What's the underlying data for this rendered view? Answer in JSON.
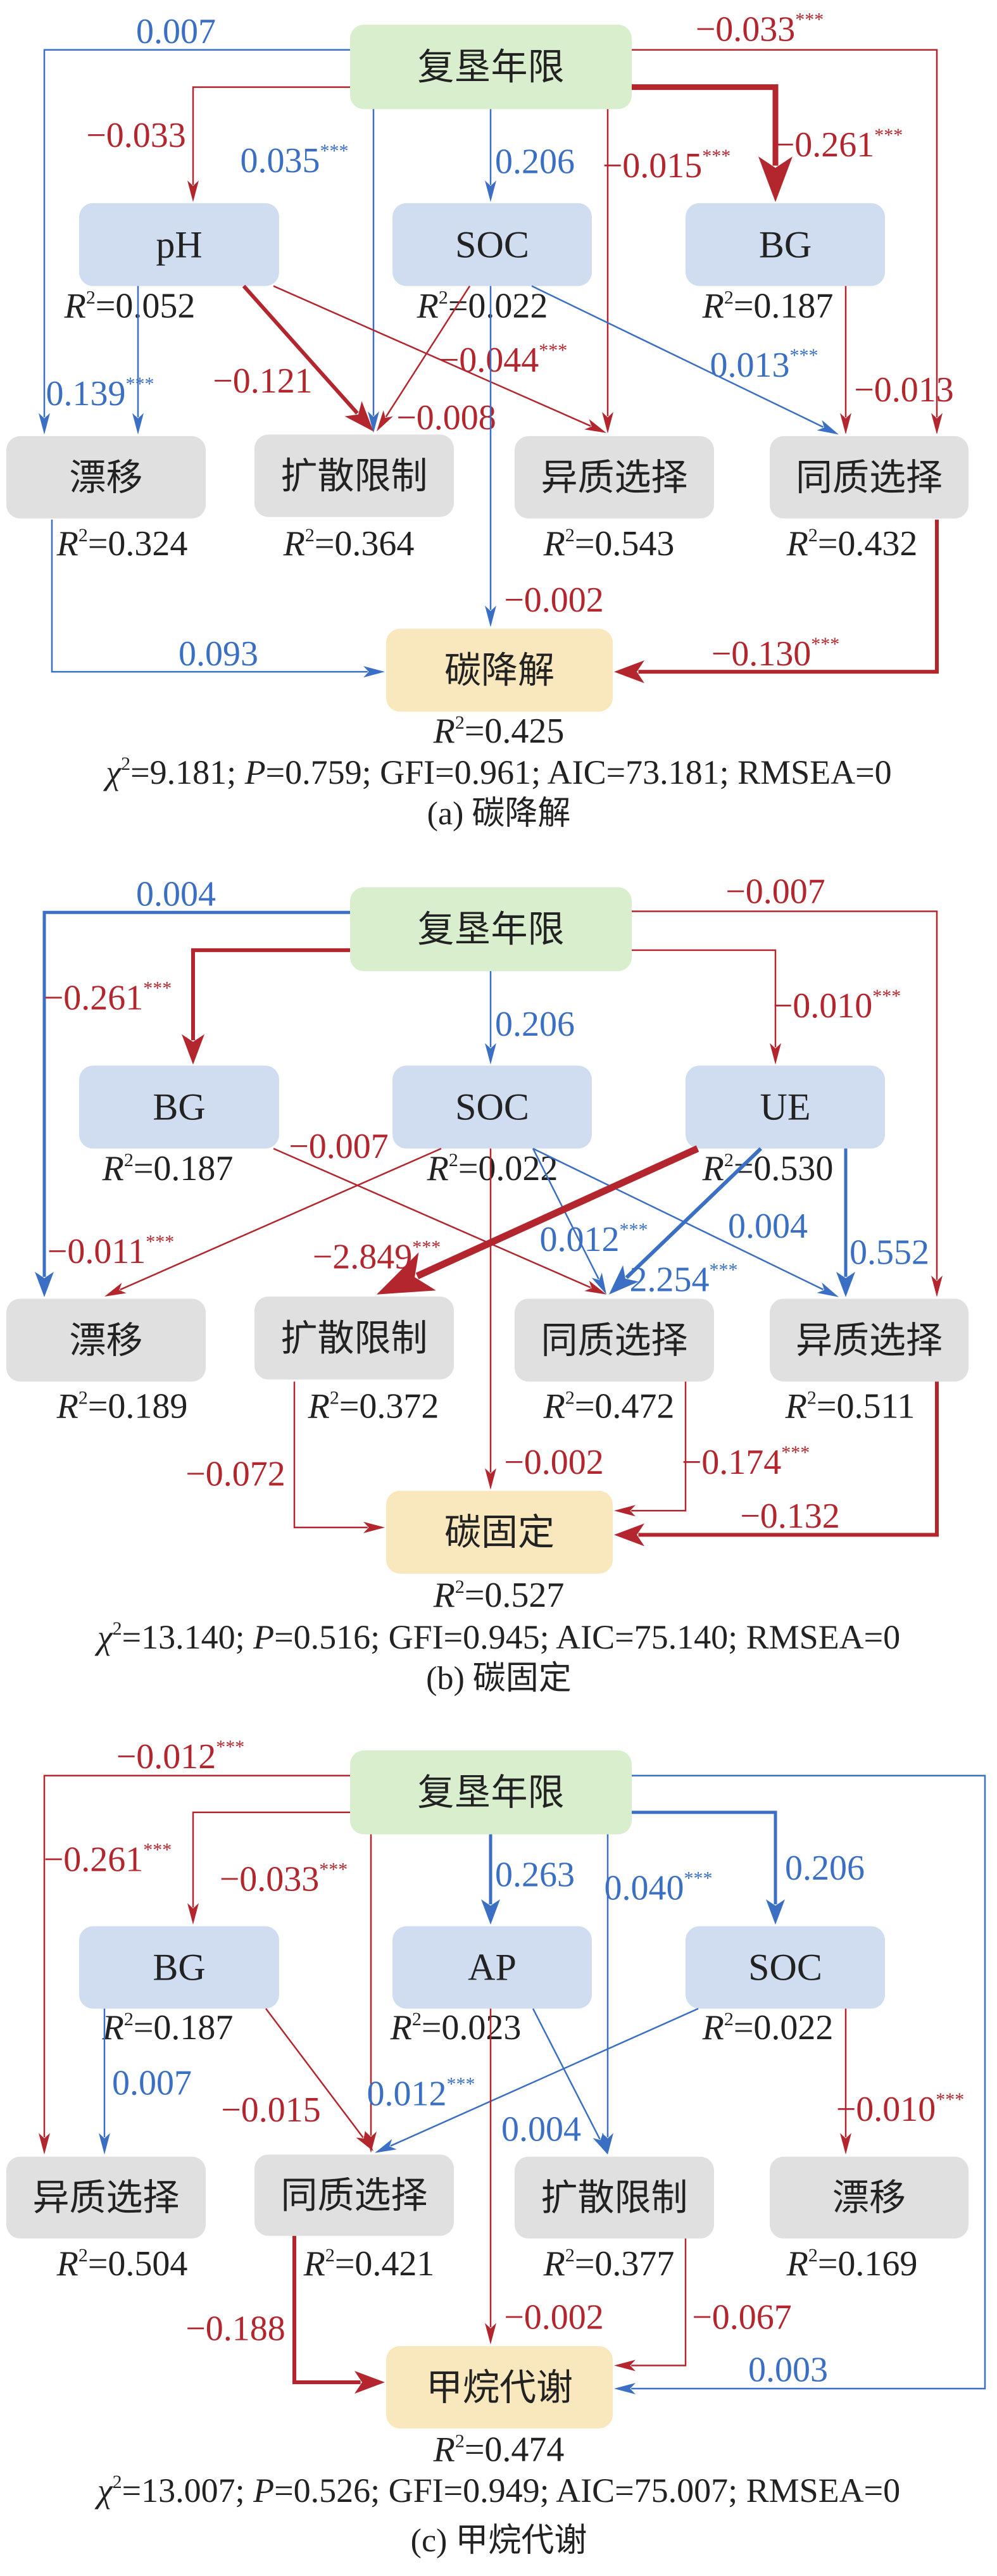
{
  "colors": {
    "negative": "#b3262e",
    "positive": "#3a6fc4",
    "driver": "#d8eecd",
    "mediator": "#d0dcf0",
    "process": "#e0e0e0",
    "outcome": "#f9e8bd"
  },
  "stats_labels": {
    "chi": "χ",
    "p": "P",
    "gfi": "GFI",
    "aic": "AIC",
    "rmsea": "RMSEA"
  },
  "r2_label": "R",
  "panels": [
    {
      "caption": "(a) 碳降解",
      "stats": {
        "chi2": "9.181",
        "p": "0.759",
        "gfi": "0.961",
        "aic": "73.181",
        "rmsea": "0"
      },
      "nodes": {
        "top": {
          "label": "复垦年限"
        },
        "m1": {
          "label": "pH",
          "r2": "0.052"
        },
        "m2": {
          "label": "SOC",
          "r2": "0.022"
        },
        "m3": {
          "label": "BG",
          "r2": "0.187"
        },
        "b1": {
          "label": "漂移",
          "r2": "0.324"
        },
        "b2": {
          "label": "扩散限制",
          "r2": "0.364"
        },
        "b3": {
          "label": "异质选择",
          "r2": "0.543"
        },
        "b4": {
          "label": "同质选择",
          "r2": "0.432"
        },
        "out": {
          "label": "碳降解",
          "r2": "0.425"
        }
      },
      "edges": [
        {
          "from": "复垦年限",
          "to": "漂移",
          "value": "0.007",
          "sig": ""
        },
        {
          "from": "复垦年限",
          "to": "同质选择",
          "value": "−0.033",
          "sig": "***"
        },
        {
          "from": "复垦年限",
          "to": "pH",
          "value": "−0.033",
          "sig": ""
        },
        {
          "from": "复垦年限",
          "to": "扩散限制",
          "value": "0.035",
          "sig": "***"
        },
        {
          "from": "复垦年限",
          "to": "SOC",
          "value": "0.206",
          "sig": ""
        },
        {
          "from": "复垦年限",
          "to": "异质选择",
          "value": "−0.015",
          "sig": "***"
        },
        {
          "from": "复垦年限",
          "to": "BG",
          "value": "−0.261",
          "sig": "***"
        },
        {
          "from": "pH",
          "to": "漂移",
          "value": "0.139",
          "sig": "***"
        },
        {
          "from": "pH",
          "to": "扩散限制",
          "value": "−0.121",
          "sig": ""
        },
        {
          "from": "pH",
          "to": "异质选择",
          "value": "−0.044",
          "sig": "***"
        },
        {
          "from": "SOC",
          "to": "扩散限制",
          "value": "−0.008",
          "sig": ""
        },
        {
          "from": "SOC",
          "to": "碳降解",
          "value": "−0.002",
          "sig": ""
        },
        {
          "from": "SOC",
          "to": "同质选择",
          "value": "0.013",
          "sig": "***"
        },
        {
          "from": "BG",
          "to": "同质选择",
          "value": "−0.013",
          "sig": ""
        },
        {
          "from": "漂移",
          "to": "碳降解",
          "value": "0.093",
          "sig": ""
        },
        {
          "from": "同质选择",
          "to": "碳降解",
          "value": "−0.130",
          "sig": "***"
        }
      ]
    },
    {
      "caption": "(b) 碳固定",
      "stats": {
        "chi2": "13.140",
        "p": "0.516",
        "gfi": "0.945",
        "aic": "75.140",
        "rmsea": "0"
      },
      "nodes": {
        "top": {
          "label": "复垦年限"
        },
        "m1": {
          "label": "BG",
          "r2": "0.187"
        },
        "m2": {
          "label": "SOC",
          "r2": "0.022"
        },
        "m3": {
          "label": "UE",
          "r2": "0.530"
        },
        "b1": {
          "label": "漂移",
          "r2": "0.189"
        },
        "b2": {
          "label": "扩散限制",
          "r2": "0.372"
        },
        "b3": {
          "label": "同质选择",
          "r2": "0.472"
        },
        "b4": {
          "label": "异质选择",
          "r2": "0.511"
        },
        "out": {
          "label": "碳固定",
          "r2": "0.527"
        }
      },
      "edges": [
        {
          "from": "复垦年限",
          "to": "漂移",
          "value": "0.004",
          "sig": ""
        },
        {
          "from": "复垦年限",
          "to": "异质选择",
          "value": "−0.007",
          "sig": ""
        },
        {
          "from": "复垦年限",
          "to": "BG",
          "value": "−0.261",
          "sig": "***"
        },
        {
          "from": "复垦年限",
          "to": "SOC",
          "value": "0.206",
          "sig": ""
        },
        {
          "from": "复垦年限",
          "to": "UE",
          "value": "−0.010",
          "sig": "***"
        },
        {
          "from": "BG",
          "to": "同质选择",
          "value": "−0.007",
          "sig": ""
        },
        {
          "from": "SOC",
          "to": "漂移",
          "value": "−0.011",
          "sig": "***"
        },
        {
          "from": "SOC",
          "to": "碳固定",
          "value": "−0.002",
          "sig": ""
        },
        {
          "from": "SOC",
          "to": "同质选择",
          "value": "0.012",
          "sig": "***"
        },
        {
          "from": "SOC",
          "to": "异质选择",
          "value": "0.004",
          "sig": ""
        },
        {
          "from": "UE",
          "to": "扩散限制",
          "value": "−2.849",
          "sig": "***"
        },
        {
          "from": "UE",
          "to": "同质选择",
          "value": "2.254",
          "sig": "***"
        },
        {
          "from": "UE",
          "to": "异质选择",
          "value": "0.552",
          "sig": ""
        },
        {
          "from": "扩散限制",
          "to": "碳固定",
          "value": "−0.072",
          "sig": ""
        },
        {
          "from": "同质选择",
          "to": "碳固定",
          "value": "−0.174",
          "sig": "***"
        },
        {
          "from": "异质选择",
          "to": "碳固定",
          "value": "−0.132",
          "sig": ""
        }
      ]
    },
    {
      "caption": "(c) 甲烷代谢",
      "stats": {
        "chi2": "13.007",
        "p": "0.526",
        "gfi": "0.949",
        "aic": "75.007",
        "rmsea": "0"
      },
      "nodes": {
        "top": {
          "label": "复垦年限"
        },
        "m1": {
          "label": "BG",
          "r2": "0.187"
        },
        "m2": {
          "label": "AP",
          "r2": "0.023"
        },
        "m3": {
          "label": "SOC",
          "r2": "0.022"
        },
        "b1": {
          "label": "异质选择",
          "r2": "0.504"
        },
        "b2": {
          "label": "同质选择",
          "r2": "0.421"
        },
        "b3": {
          "label": "扩散限制",
          "r2": "0.377"
        },
        "b4": {
          "label": "漂移",
          "r2": "0.169"
        },
        "out": {
          "label": "甲烷代谢",
          "r2": "0.474"
        }
      },
      "edges": [
        {
          "from": "复垦年限",
          "to": "异质选择",
          "value": "−0.012",
          "sig": "***"
        },
        {
          "from": "复垦年限",
          "to": "甲烷代谢",
          "value": "0.003",
          "sig": ""
        },
        {
          "from": "复垦年限",
          "to": "BG",
          "value": "−0.261",
          "sig": "***"
        },
        {
          "from": "复垦年限",
          "to": "同质选择",
          "value": "−0.033",
          "sig": "***"
        },
        {
          "from": "复垦年限",
          "to": "AP",
          "value": "0.263",
          "sig": ""
        },
        {
          "from": "复垦年限",
          "to": "扩散限制",
          "value": "0.040",
          "sig": "***"
        },
        {
          "from": "复垦年限",
          "to": "SOC",
          "value": "0.206",
          "sig": ""
        },
        {
          "from": "BG",
          "to": "异质选择",
          "value": "0.007",
          "sig": ""
        },
        {
          "from": "BG",
          "to": "同质选择",
          "value": "−0.015",
          "sig": ""
        },
        {
          "from": "SOC",
          "to": "同质选择",
          "value": "0.012",
          "sig": "***"
        },
        {
          "from": "AP",
          "to": "扩散限制",
          "value": "0.004",
          "sig": ""
        },
        {
          "from": "AP",
          "to": "甲烷代谢",
          "value": "−0.002",
          "sig": ""
        },
        {
          "from": "SOC",
          "to": "漂移",
          "value": "−0.010",
          "sig": "***"
        },
        {
          "from": "同质选择",
          "to": "甲烷代谢",
          "value": "−0.188",
          "sig": ""
        },
        {
          "from": "扩散限制",
          "to": "甲烷代谢",
          "value": "−0.067",
          "sig": ""
        }
      ]
    }
  ]
}
